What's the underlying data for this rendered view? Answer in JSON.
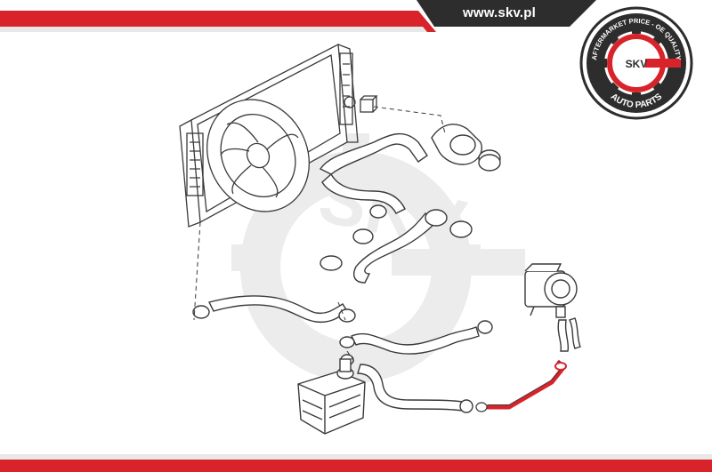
{
  "header": {
    "url": "www.skv.pl"
  },
  "badge": {
    "top_text": "AFTERMARKET PRICE - OE QUALITY",
    "center_text": "SKV",
    "bottom_text": "AUTO PARTS"
  },
  "watermark": {
    "text": "SKV"
  },
  "colors": {
    "brand_red": "#d8232a",
    "dark_band": "#2d2d2d",
    "line_art": "#3a3a3a",
    "highlight_part": "#d8232a",
    "watermark": "#ececec"
  },
  "icons": {
    "badge": "gear-wrench-badge-icon"
  }
}
